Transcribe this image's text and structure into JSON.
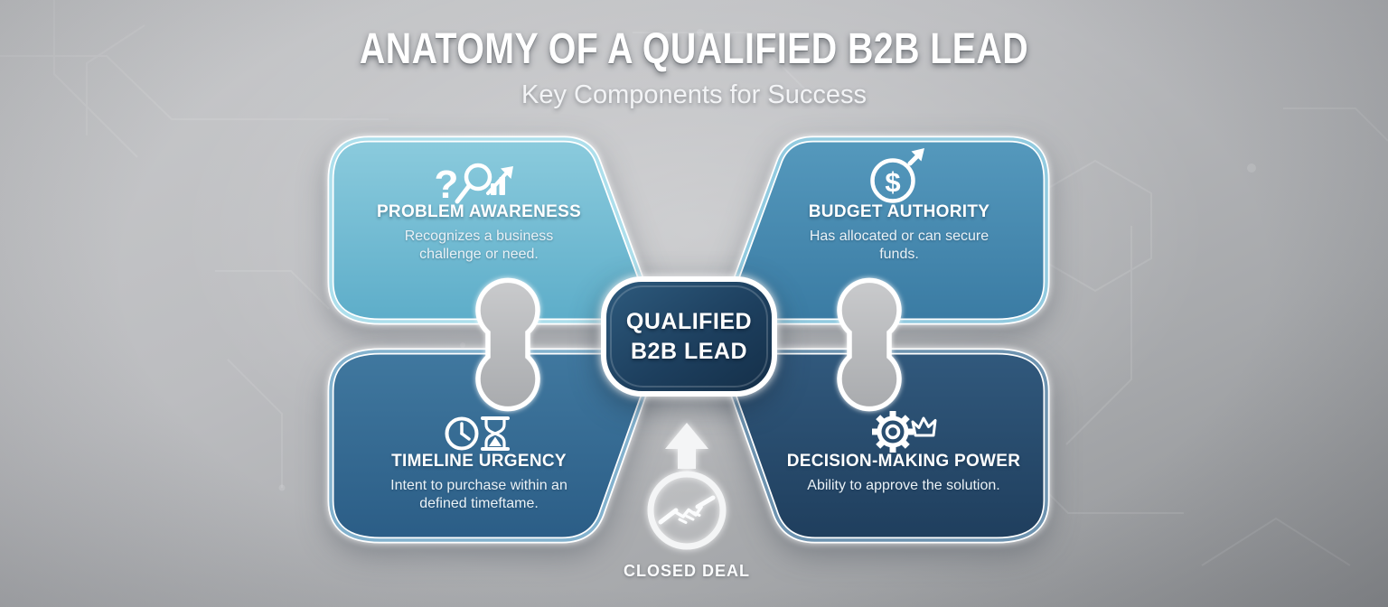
{
  "header": {
    "title": "ANATOMY OF A QUALIFIED B2B LEAD",
    "subtitle": "Key Components for Success"
  },
  "center_badge": {
    "line1": "QUALIFIED",
    "line2": "B2B LEAD"
  },
  "pieces": [
    {
      "id": "problem-awareness",
      "title": "PROBLEM AWARENESS",
      "description": "Recognizes a business challenge or need.",
      "icon": "question-magnifier-growth-icon",
      "icon_glyph": "?",
      "fill": "#6fb9d3"
    },
    {
      "id": "budget-authority",
      "title": "BUDGET AUTHORITY",
      "description": "Has allocated or can secure funds.",
      "icon": "dollar-circle-arrow-icon",
      "icon_glyph": "$",
      "fill": "#4689b0"
    },
    {
      "id": "timeline-urgency",
      "title": "TIMELINE URGENCY",
      "description": "Intent to purchase within an defined timeftame.",
      "icon": "clock-hourglass-icon",
      "fill": "#35688f"
    },
    {
      "id": "decision-making-power",
      "title": "DECISION-MAKING POWER",
      "description": "Ability to approve the solution.",
      "icon": "gear-crown-icon",
      "fill": "#27496b"
    }
  ],
  "closed_deal": {
    "label": "CLOSED DEAL",
    "icon": "handshake-icon",
    "arrow_icon": "up-arrow-icon"
  },
  "colors": {
    "background": "#b9babd",
    "piece_border": "#ffffff",
    "badge_fill": "#1d3f5e",
    "connector_fill": "#b7b8bb",
    "text": "#ffffff"
  }
}
